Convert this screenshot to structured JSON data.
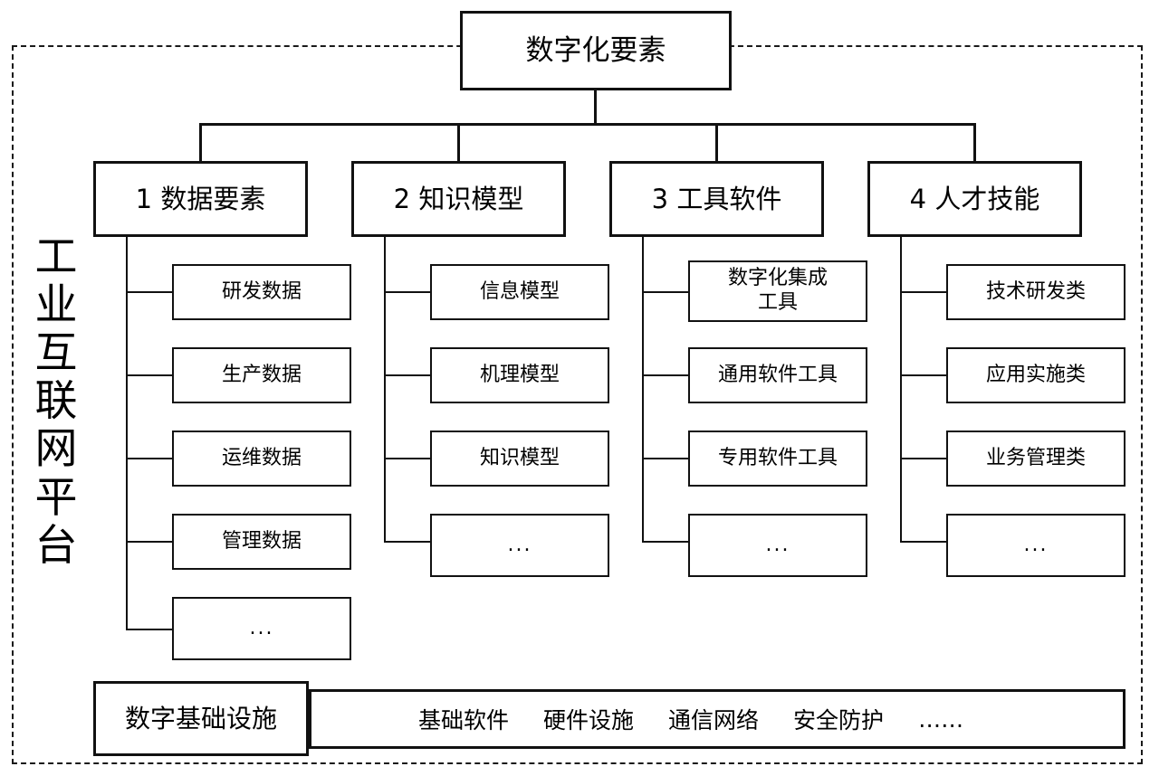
{
  "diagram": {
    "platform_label": "工业互联网平台",
    "root": {
      "label": "数字化要素"
    },
    "categories": [
      {
        "label": "1 数据要素",
        "children": [
          {
            "label": "研发数据"
          },
          {
            "label": "生产数据"
          },
          {
            "label": "运维数据"
          },
          {
            "label": "管理数据"
          },
          {
            "label": "..."
          }
        ]
      },
      {
        "label": "2 知识模型",
        "children": [
          {
            "label": "信息模型"
          },
          {
            "label": "机理模型"
          },
          {
            "label": "知识模型"
          },
          {
            "label": "..."
          }
        ]
      },
      {
        "label": "3 工具软件",
        "children": [
          {
            "label": "数字化集成\n工具"
          },
          {
            "label": "通用软件工具"
          },
          {
            "label": "专用软件工具"
          },
          {
            "label": "..."
          }
        ]
      },
      {
        "label": "4 人才技能",
        "children": [
          {
            "label": "技术研发类"
          },
          {
            "label": "应用实施类"
          },
          {
            "label": "业务管理类"
          },
          {
            "label": "..."
          }
        ]
      }
    ],
    "infrastructure": {
      "label": "数字基础设施",
      "items": [
        {
          "label": "基础软件"
        },
        {
          "label": "硬件设施"
        },
        {
          "label": "通信网络"
        },
        {
          "label": "安全防护"
        },
        {
          "label": "……"
        }
      ]
    },
    "colors": {
      "stroke": "#111111",
      "frame": "#1a1a1a",
      "background": "#ffffff"
    }
  }
}
